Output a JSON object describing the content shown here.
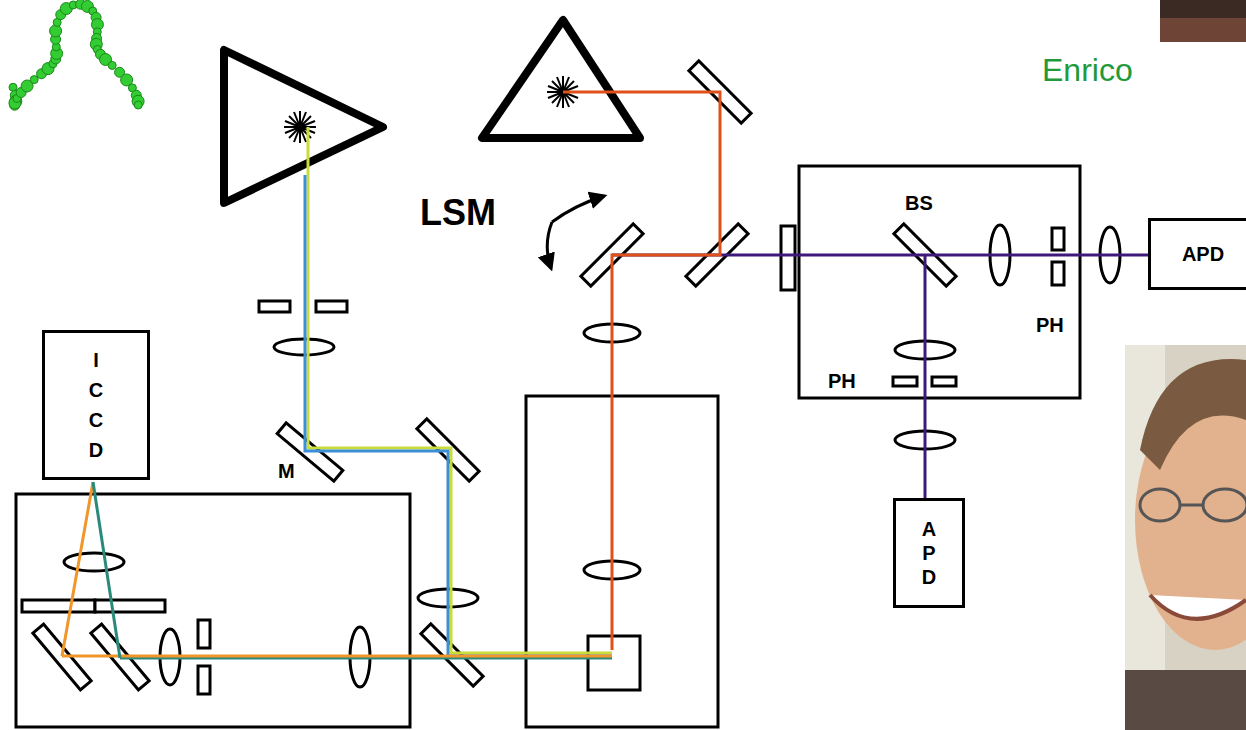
{
  "diagram": {
    "nodes": [
      {
        "text": [
          "I C C D"
        ]
      },
      {
        "text": [
          "APD"
        ]
      },
      {
        "text": [
          "A P D"
        ]
      }
    ],
    "labels": [
      "LSM",
      "BS",
      "PH",
      "PH",
      "M",
      "Enrico"
    ]
  }
}
